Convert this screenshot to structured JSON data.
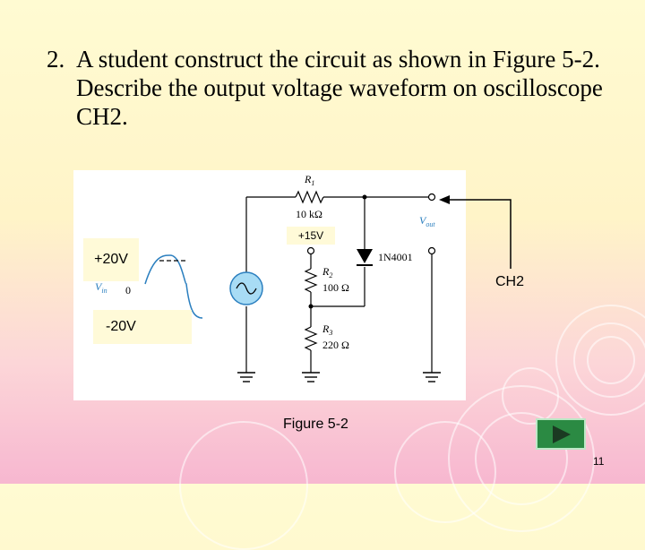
{
  "question": {
    "number": "2.",
    "text": "A student construct the circuit as shown in Figure 5-2. Describe the output voltage waveform on oscilloscope CH2."
  },
  "circuit": {
    "r1_name": "R",
    "r1_sub": "1",
    "r1_value": "10 kΩ",
    "r2_name": "R",
    "r2_sub": "2",
    "r2_value": "100 Ω",
    "r3_name": "R",
    "r3_sub": "3",
    "r3_value": "220 Ω",
    "diode": "1N4001",
    "vout_main": "V",
    "vout_sub": "out",
    "vin_main": "V",
    "vin_sub": "in",
    "zero_label": "0"
  },
  "labels": {
    "bias": "+15V",
    "vin_pos": "+20V",
    "vin_neg": "-20V",
    "ch2": "CH2"
  },
  "caption": "Figure 5-2",
  "page_number": "11",
  "colors": {
    "wire": "#000000",
    "source_fill": "#a8dcf5",
    "source_stroke": "#2b7fbf",
    "wave": "#2b7fbf",
    "label_box": "#fffad8",
    "next_button": "#2b8a43"
  },
  "icons": {
    "next": "play-triangle-icon"
  }
}
